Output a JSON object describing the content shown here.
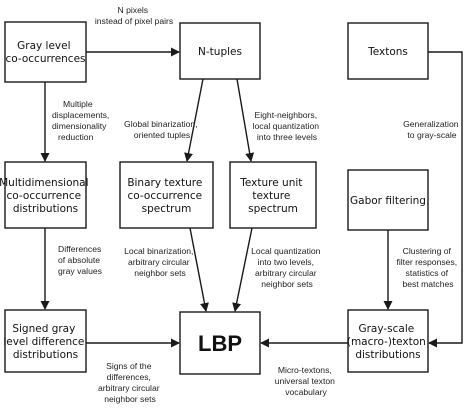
{
  "nodes": {
    "gray_level_cooccurrences": [
      "Gray level",
      "co-occurrences"
    ],
    "n_tuples": [
      "N-tuples"
    ],
    "textons": [
      "Textons"
    ],
    "multidimensional_cooccurrence": [
      "Multidimensional",
      "co-occurrence",
      "distributions"
    ],
    "binary_texture_cooccurrence": [
      "Binary texture",
      "co-occurrence",
      "spectrum"
    ],
    "texture_unit_spectrum": [
      "Texture unit",
      "texture",
      "spectrum"
    ],
    "gabor_filtering": [
      "Gabor filtering"
    ],
    "signed_gray_level_difference": [
      "Signed gray",
      "level difference",
      "distributions"
    ],
    "lbp": [
      "LBP"
    ],
    "gray_scale_macro_texton": [
      "Gray-scale",
      "(macro-)texton",
      "distributions"
    ]
  },
  "edges": {
    "n_pixels": [
      "N pixels",
      "instead of pixel pairs"
    ],
    "multiple_displacements": [
      "Multiple",
      "displacements,",
      "dimensionality",
      "reduction"
    ],
    "global_binarization": [
      "Global binarization,",
      "oriented tuples"
    ],
    "eight_neighbors": [
      "Eight-neighbors,",
      "local quantization",
      "into three levels"
    ],
    "generalization": [
      "Generalization",
      "to gray-scale"
    ],
    "differences_absolute": [
      "Differences",
      "of absolute",
      "gray values"
    ],
    "local_binarization": [
      "Local binarization,",
      "arbitrary circular",
      "neighbor sets"
    ],
    "local_quantization": [
      "Local quantization",
      "into two levels,",
      "arbitrary circular",
      "neighbor sets"
    ],
    "clustering": [
      "Clustering of",
      "filter responses,",
      "statistics of",
      "best matches"
    ],
    "signs_differences": [
      "Signs of the",
      "differences,",
      "arbitrary circular",
      "neighbor sets"
    ],
    "micro_textons": [
      "Micro-textons,",
      "universal texton",
      "vocabulary"
    ]
  }
}
